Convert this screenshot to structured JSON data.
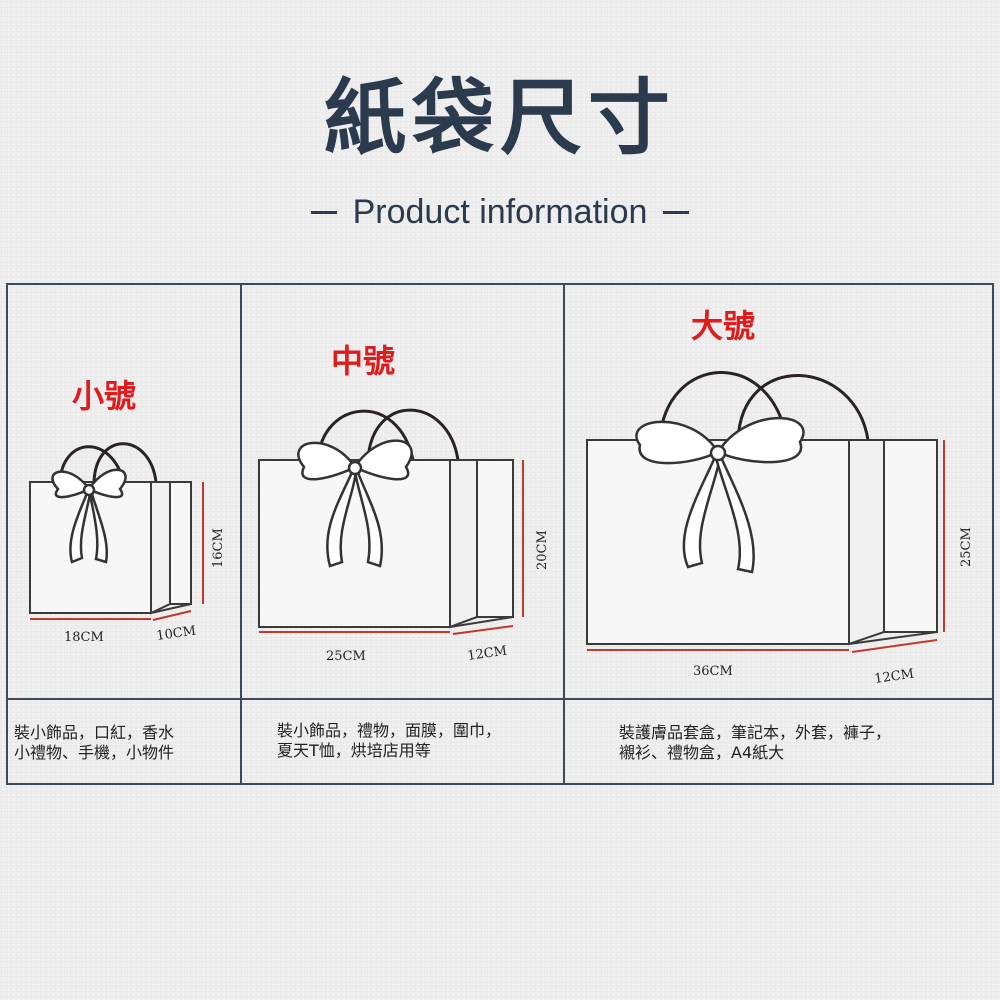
{
  "header": {
    "title": "紙袋尺寸",
    "subtitle": "Product information"
  },
  "sizes": [
    {
      "label": "小號",
      "width": "18CM",
      "depth": "10CM",
      "height": "16CM",
      "desc": [
        "裝小飾品，口紅，香水",
        "小禮物、手機，小物件"
      ]
    },
    {
      "label": "中號",
      "width": "25CM",
      "depth": "12CM",
      "height": "20CM",
      "desc": [
        "裝小飾品，禮物，面膜，圍巾，",
        "夏天T恤，烘培店用等"
      ]
    },
    {
      "label": "大號",
      "width": "36CM",
      "depth": "12CM",
      "height": "25CM",
      "desc": [
        "裝護膚品套盒，筆記本，外套，褲子，",
        "襯衫、禮物盒，A4紙大"
      ]
    }
  ],
  "colors": {
    "title": "#2b3a4d",
    "size_label": "#e01b1b",
    "border": "#3f4a59",
    "dimension_line": "#c0392b"
  }
}
